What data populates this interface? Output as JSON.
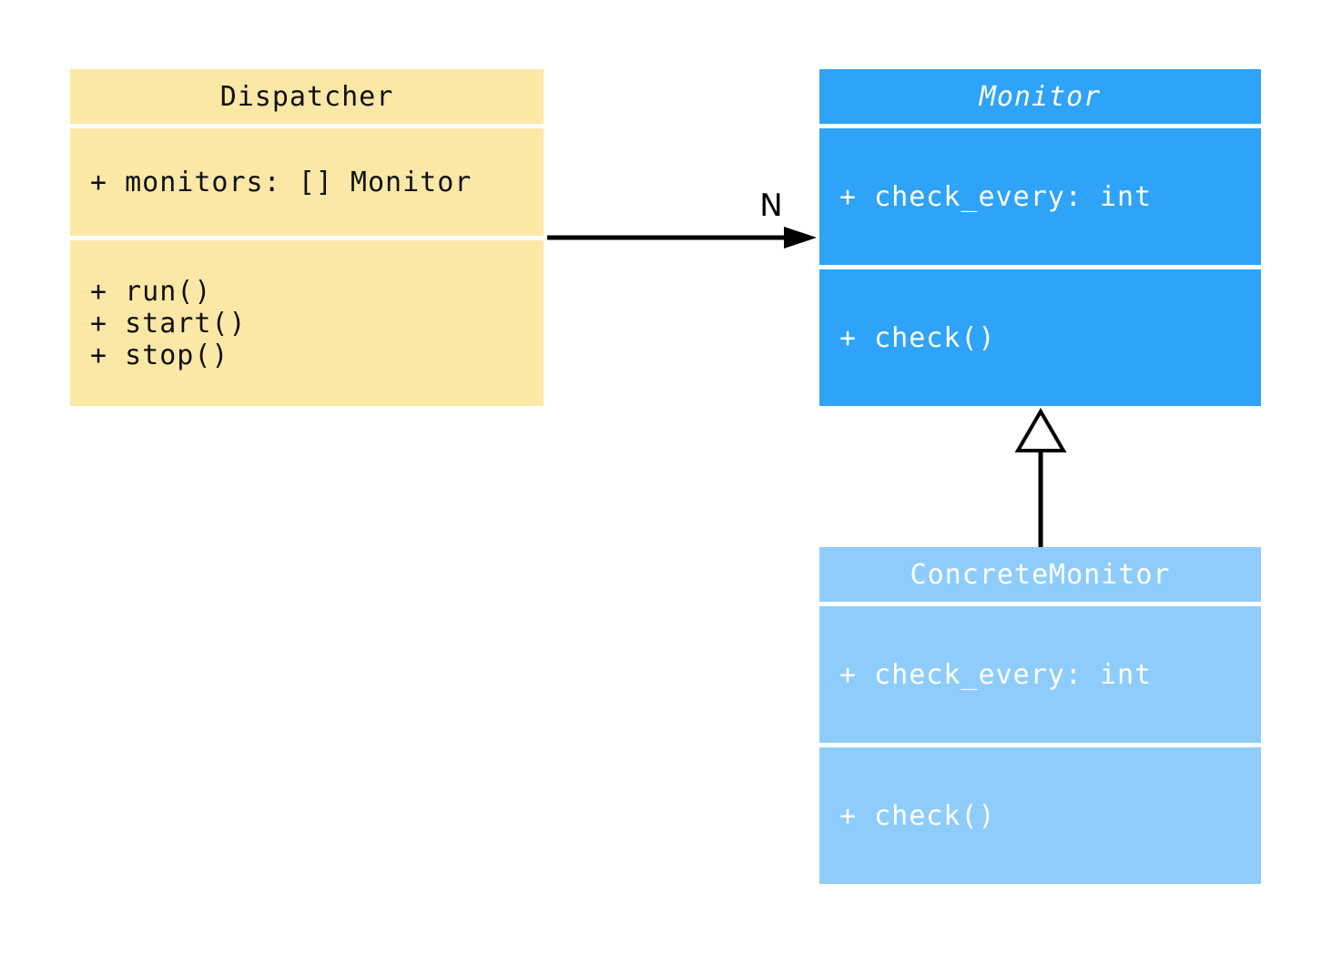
{
  "diagram": {
    "type": "uml-class-diagram",
    "background_color": "#ffffff",
    "classes": [
      {
        "name": "Dispatcher",
        "abstract": false,
        "fill_color": "#fce8a6",
        "text_color": "#111111",
        "attributes": [
          "+ monitors: [] Monitor"
        ],
        "methods": [
          "+ run()",
          "+ start()",
          "+ stop()"
        ]
      },
      {
        "name": "Monitor",
        "abstract": true,
        "fill_color": "#2ea3f8",
        "text_color": "#ffffff",
        "attributes": [
          "+ check_every: int"
        ],
        "methods": [
          "+ check()"
        ]
      },
      {
        "name": "ConcreteMonitor",
        "abstract": false,
        "fill_color": "#8ecdfb",
        "text_color": "#ffffff",
        "attributes": [
          "+ check_every: int"
        ],
        "methods": [
          "+ check()"
        ]
      }
    ],
    "relations": [
      {
        "type": "association",
        "from": "Dispatcher",
        "to": "Monitor",
        "label": "N",
        "line_color": "#000000"
      },
      {
        "type": "inheritance",
        "from": "ConcreteMonitor",
        "to": "Monitor",
        "label": "",
        "line_color": "#000000"
      }
    ]
  }
}
